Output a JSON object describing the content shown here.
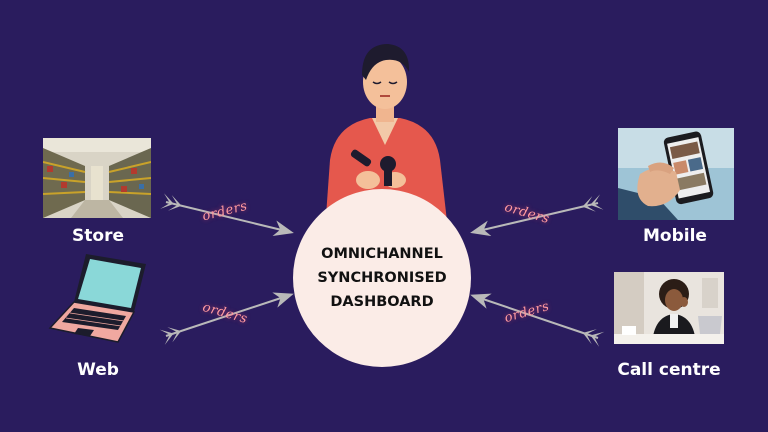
{
  "hub": {
    "lines": [
      "OMNICHANNEL",
      "SYNCHRONISED",
      "DASHBOARD"
    ]
  },
  "channels": {
    "store": "Store",
    "web": "Web",
    "mobile": "Mobile",
    "call_centre": "Call centre"
  },
  "edge_label": "orders",
  "colors": {
    "background": "#2a1c5e",
    "hub": "#fbece7",
    "edge_label": "#ff9aa0",
    "arrow": "#b9b9b9",
    "person_shirt": "#e5584d"
  },
  "icons": {
    "person": "person-illustration",
    "store": "supermarket-aisle-photo",
    "web": "laptop-illustration",
    "mobile": "smartphone-in-hand-photo",
    "call_centre": "call-centre-agent-photo"
  }
}
